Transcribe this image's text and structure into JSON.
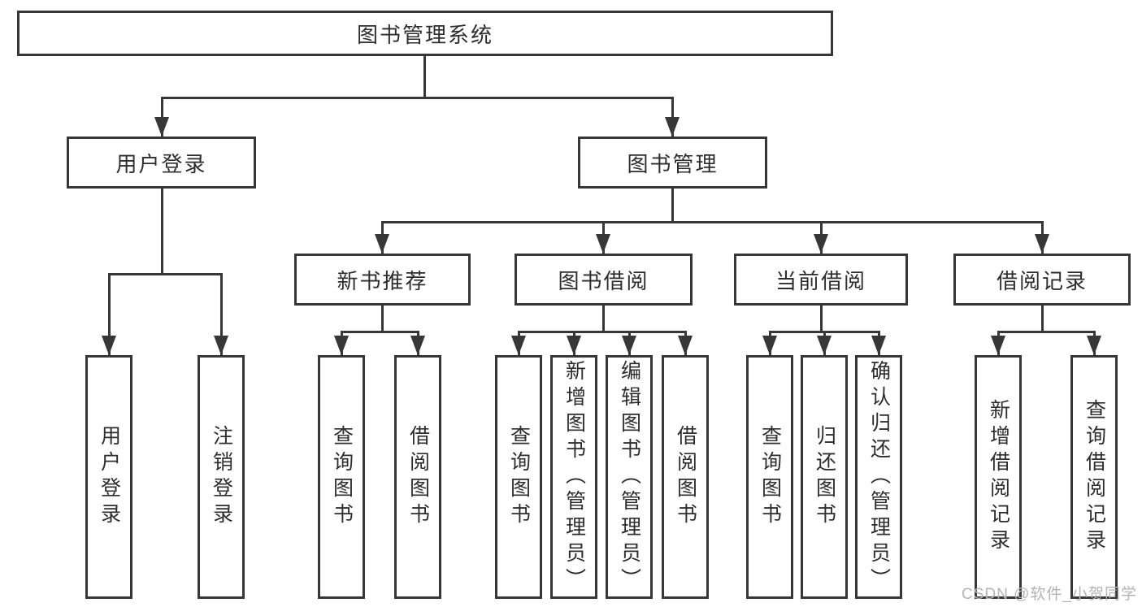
{
  "nodes": {
    "root": "图书管理系统",
    "user_login": {
      "label": "用户登录",
      "children": [
        "用户登录",
        "注销登录"
      ]
    },
    "book_management": {
      "label": "图书管理"
    },
    "new_book_recommend": {
      "label": "新书推荐",
      "children": [
        "查询图书",
        "借阅图书"
      ]
    },
    "book_borrow": {
      "label": "图书借阅",
      "children": [
        "查询图书",
        "新增图书（管理员）",
        "编辑图书（管理员）",
        "借阅图书"
      ]
    },
    "current_borrow": {
      "label": "当前借阅",
      "children": [
        "查询图书",
        "归还图书",
        "确认归还（管理员）"
      ]
    },
    "borrow_records": {
      "label": "借阅记录",
      "children": [
        "新增借阅记录",
        "查询借阅记录"
      ]
    }
  },
  "watermark": "CSDN @软件_小贺同学",
  "colors": {
    "line": "#373737",
    "text": "#2d2d2d",
    "watermark": "#b4b4b4",
    "background": "#ffffff"
  }
}
